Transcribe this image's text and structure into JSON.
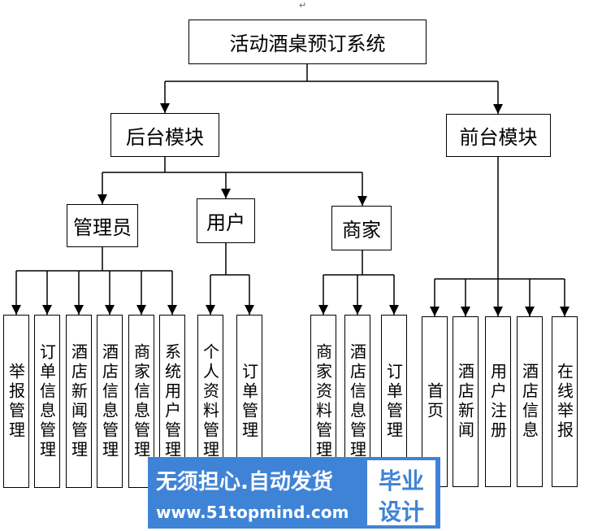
{
  "para_mark": "↵",
  "nodes": {
    "root": "活动酒桌预订系统",
    "backend": "后台模块",
    "frontend": "前台模块",
    "admin": "管理员",
    "user": "用户",
    "merchant": "商家",
    "admin_items": [
      "举报管理",
      "订单信息管理",
      "酒店新闻管理",
      "酒店信息管理",
      "商家信息管理",
      "系统用户管理"
    ],
    "user_items": [
      "个人资料管理",
      "订单管理"
    ],
    "merchant_items": [
      "商家资料管理",
      "酒店信息管理",
      "订单管理"
    ],
    "frontend_items": [
      "首页",
      "酒店新闻",
      "用户注册",
      "酒店信息",
      "在线举报"
    ]
  },
  "watermark": {
    "line1": "无须担心.自动发货",
    "line2": "www.51topmind.com",
    "badge1": "毕业",
    "badge2": "设计"
  }
}
